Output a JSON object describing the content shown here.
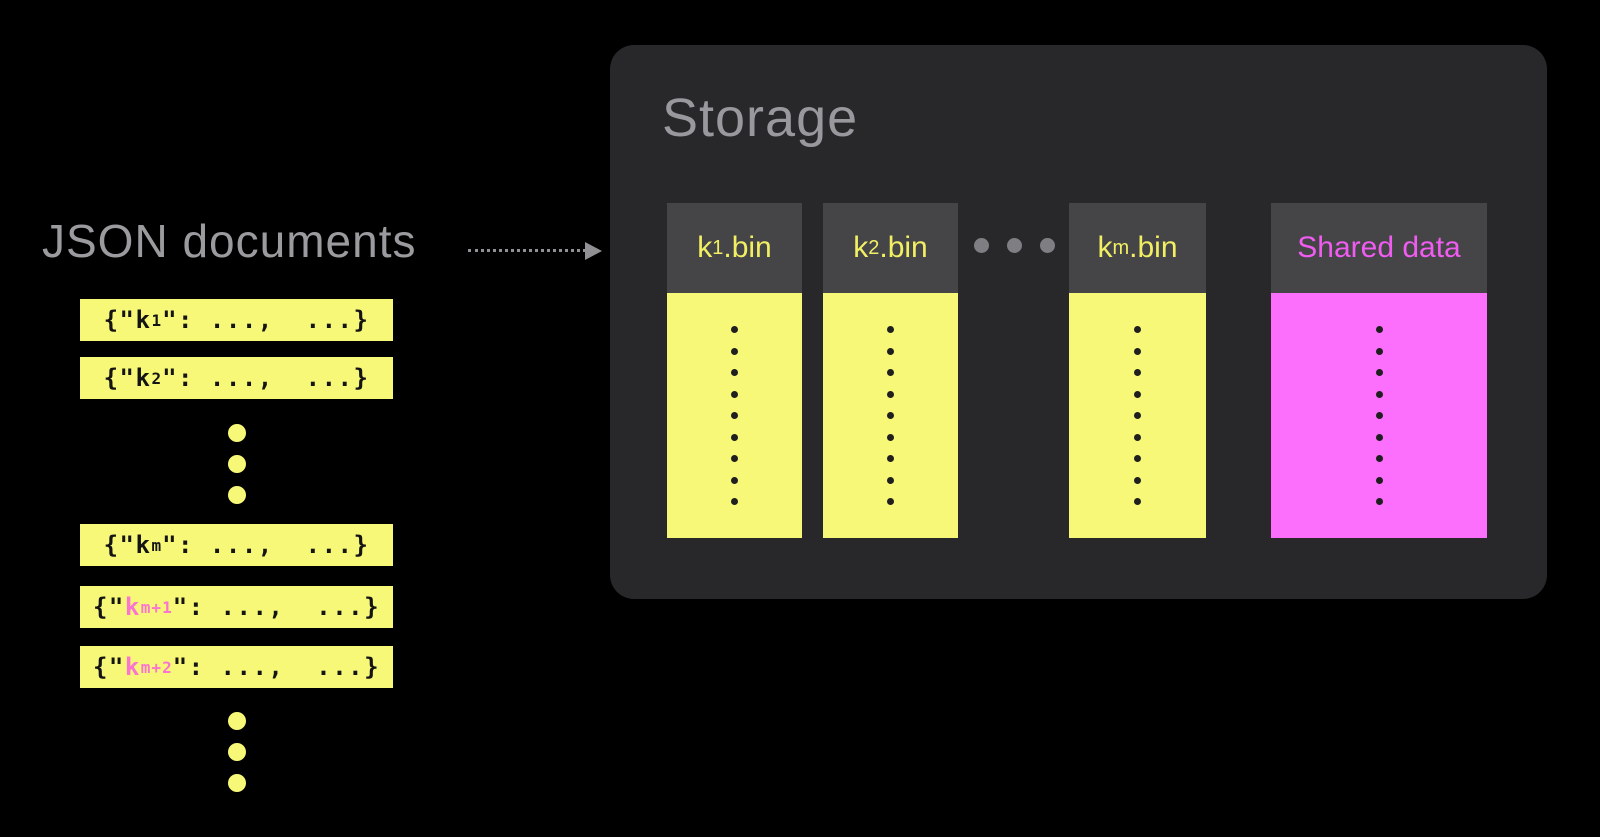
{
  "background": "#000000",
  "json_documents": {
    "title": "JSON documents",
    "title_color": "#9b9b9f",
    "bar_color": "#f8f878",
    "text_color": "#141414",
    "highlight_color": "#fb74cf",
    "ellipsis_dot_color": "#f8f878",
    "ellipsis_dot_count": 3,
    "documents": [
      {
        "prefix": "{\"",
        "key": "k",
        "subscript": "1",
        "suffix": "\": ...,  ...}",
        "highlighted": false
      },
      {
        "prefix": "{\"",
        "key": "k",
        "subscript": "2",
        "suffix": "\": ...,  ...}",
        "highlighted": false
      },
      {
        "prefix": "{\"",
        "key": "k",
        "subscript": "m",
        "suffix": "\": ...,  ...}",
        "highlighted": false
      },
      {
        "prefix": "{\"",
        "key": "k",
        "subscript": "m+1",
        "suffix": "\": ...,  ...}",
        "highlighted": true
      },
      {
        "prefix": "{\"",
        "key": "k",
        "subscript": "m+2",
        "suffix": "\": ...,  ...}",
        "highlighted": true
      }
    ]
  },
  "arrow": {
    "style": "dotted",
    "color": "#919195"
  },
  "storage": {
    "title": "Storage",
    "title_color": "#98989d",
    "panel_color": "#28282b",
    "header_color": "#454548",
    "separator_dot_color": "#7f7f83",
    "separator_dot_count": 3,
    "bin_dot_color": "#1f1f1f",
    "dots_per_bin": 9,
    "bins": [
      {
        "key": "k",
        "subscript": "1",
        "suffix": ".bin",
        "label_color": "#f2ef63",
        "body_color": "#f8f878"
      },
      {
        "key": "k",
        "subscript": "2",
        "suffix": ".bin",
        "label_color": "#f2ef63",
        "body_color": "#f8f878"
      },
      {
        "key": "k",
        "subscript": "m",
        "suffix": ".bin",
        "label_color": "#f2ef63",
        "body_color": "#f8f878"
      },
      {
        "label": "Shared data",
        "label_color": "#ef5cef",
        "body_color": "#fc6efc"
      }
    ]
  }
}
